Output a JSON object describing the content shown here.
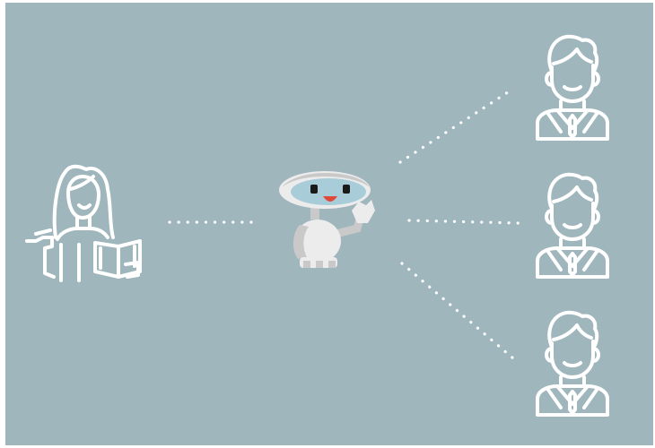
{
  "colors": {
    "background": "#9fb6bd",
    "line_art": "#ffffff",
    "robot_body": "#ececec",
    "robot_shadow": "#c9c9c9",
    "robot_face": "#a9ccd9",
    "robot_mouth": "#e0483a"
  },
  "icons": {
    "teacher": "woman-reading-book-icon",
    "robot": "robot-mascot-icon",
    "students": [
      "student-icon",
      "student-icon",
      "student-icon"
    ]
  },
  "connections": [
    {
      "from": "teacher",
      "to": "robot",
      "style": "dotted"
    },
    {
      "from": "robot",
      "to": "student-1",
      "style": "dotted"
    },
    {
      "from": "robot",
      "to": "student-2",
      "style": "dotted"
    },
    {
      "from": "robot",
      "to": "student-3",
      "style": "dotted"
    }
  ]
}
